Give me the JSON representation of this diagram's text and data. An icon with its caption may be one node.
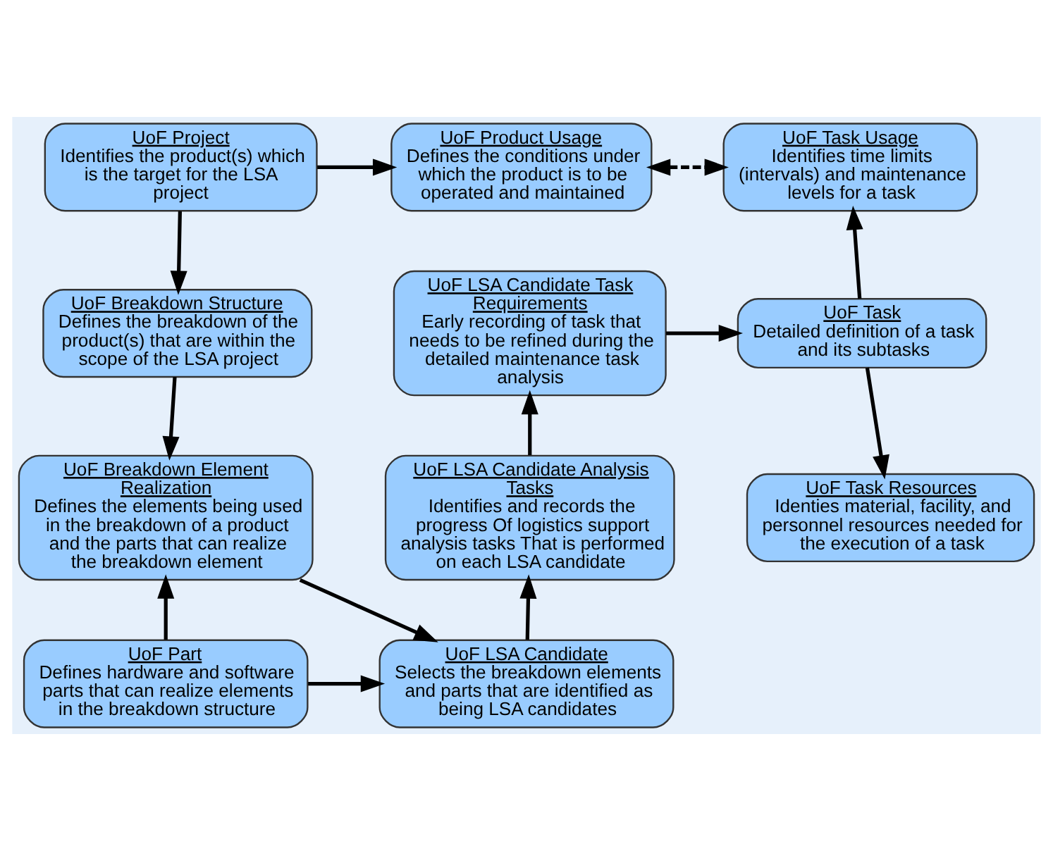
{
  "diagram": {
    "nodes": [
      {
        "text": [
          "UoF Project",
          "Identifies the product(s) which is the target for the LSA project"
        ]
      },
      {
        "text": [
          "UoF Product Usage",
          "Defines the conditions under which the product is to be operated and maintained"
        ]
      },
      {
        "text": [
          "UoF Task Usage",
          "Identifies time limits (intervals) and maintenance levels for a task"
        ]
      },
      {
        "text": [
          "UoF Breakdown Structure",
          "Defines the breakdown of the product(s) that are within the scope of the LSA project"
        ]
      },
      {
        "text": [
          "UoF LSA Candidate Task Requirements",
          "Early recording of task that needs to be refined during the detailed maintenance task analysis"
        ]
      },
      {
        "text": [
          "UoF Task",
          "Detailed definition of a task and its subtasks"
        ]
      },
      {
        "text": [
          "UoF Breakdown Element Realization",
          "Defines the elements being used in the breakdown of a product and the parts that can realize the breakdown element"
        ]
      },
      {
        "text": [
          "UoF LSA Candidate Analysis Tasks",
          "Identifies and records the progress Of logistics support analysis tasks That is performed on each LSA candidate"
        ]
      },
      {
        "text": [
          "UoF Task Resources",
          "Identies material, facility, and personnel resources needed for the execution of a task"
        ]
      },
      {
        "text": [
          "UoF Part",
          "Defines hardware and software parts that can realize elements in the breakdown structure"
        ]
      },
      {
        "text": [
          "UoF LSA Candidate",
          "Selects the breakdown elements and parts that are identified as being LSA candidates"
        ]
      }
    ],
    "edges": [
      {
        "from": 0,
        "to": 1,
        "arrow": "to"
      },
      {
        "from": 1,
        "to": 2,
        "arrow": "both",
        "style": "dashed"
      },
      {
        "from": 0,
        "to": 3,
        "arrow": "to"
      },
      {
        "from": 3,
        "to": 6,
        "arrow": "to"
      },
      {
        "from": 9,
        "to": 6,
        "arrow": "to"
      },
      {
        "from": 6,
        "to": 10,
        "arrow": "to"
      },
      {
        "from": 9,
        "to": 10,
        "arrow": "to"
      },
      {
        "from": 10,
        "to": 7,
        "arrow": "to"
      },
      {
        "from": 7,
        "to": 4,
        "arrow": "to"
      },
      {
        "from": 4,
        "to": 5,
        "arrow": "to"
      },
      {
        "from": 5,
        "to": 2,
        "arrow": "to"
      },
      {
        "from": 5,
        "to": 8,
        "arrow": "to"
      }
    ]
  }
}
